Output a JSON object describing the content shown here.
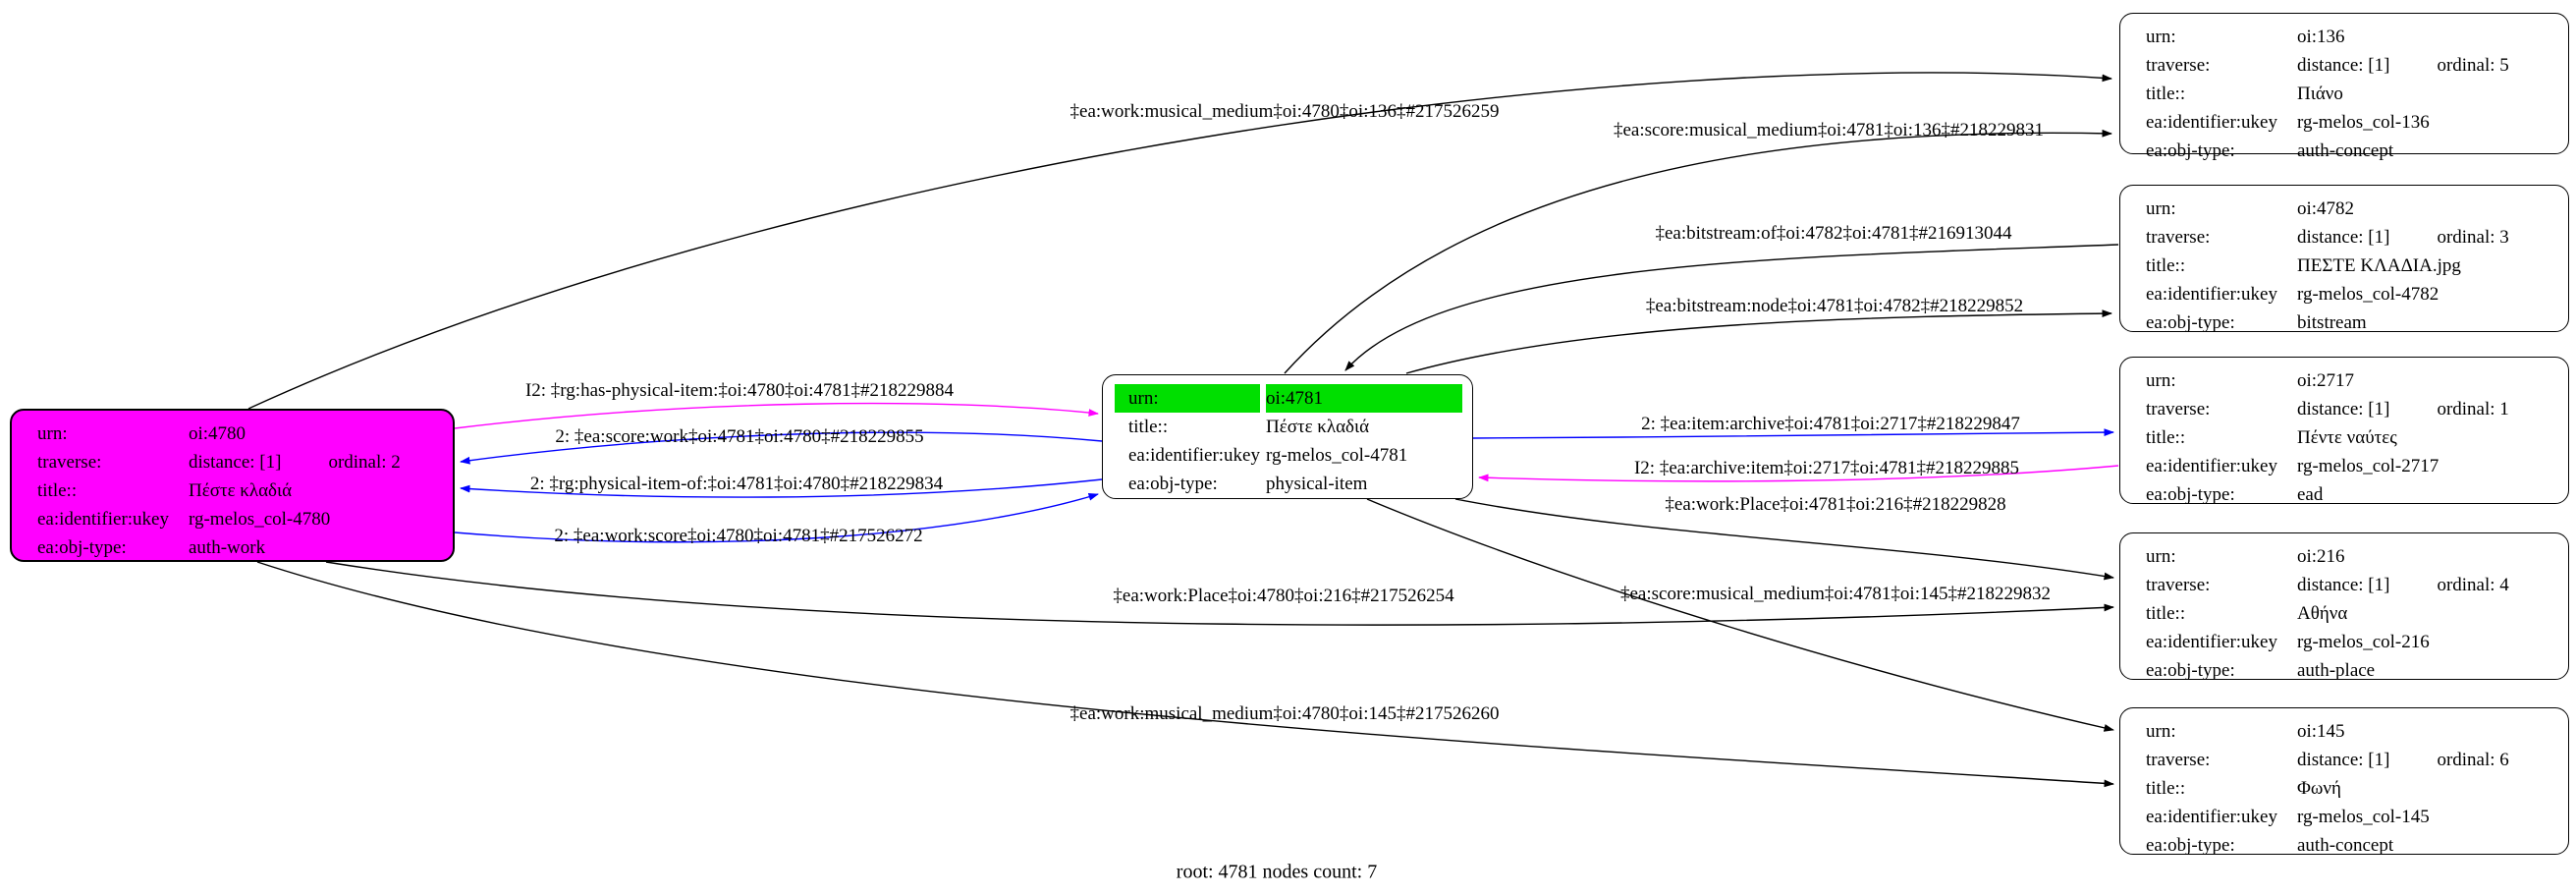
{
  "footer": "root: 4781 nodes count: 7",
  "colors": {
    "root_fill": "#ff00ff",
    "urn_highlight": "#00df00",
    "edge_black": "#000000",
    "edge_blue": "#0000ff",
    "edge_magenta": "#ff00ff"
  },
  "nodes": [
    {
      "id": "oi:4780",
      "rows": [
        {
          "k": "urn:",
          "v": "oi:4780"
        },
        {
          "k": "traverse:",
          "v": "distance: [1]",
          "v2": "ordinal: 2"
        },
        {
          "k": "title::",
          "v": "Πέστε κλαδιά"
        },
        {
          "k": "ea:identifier:ukey",
          "v": "rg-melos_col-4780"
        },
        {
          "k": "ea:obj-type:",
          "v": "auth-work"
        }
      ]
    },
    {
      "id": "oi:4781",
      "rows": [
        {
          "k": "urn:",
          "v": "oi:4781"
        },
        {
          "k": "title::",
          "v": "Πέστε κλαδιά"
        },
        {
          "k": "ea:identifier:ukey",
          "v": "rg-melos_col-4781"
        },
        {
          "k": "ea:obj-type:",
          "v": "physical-item"
        }
      ]
    },
    {
      "id": "oi:136",
      "rows": [
        {
          "k": "urn:",
          "v": "oi:136"
        },
        {
          "k": "traverse:",
          "v": "distance: [1]",
          "v2": "ordinal: 5"
        },
        {
          "k": "title::",
          "v": "Πιάνο"
        },
        {
          "k": "ea:identifier:ukey",
          "v": "rg-melos_col-136"
        },
        {
          "k": "ea:obj-type:",
          "v": "auth-concept"
        }
      ]
    },
    {
      "id": "oi:4782",
      "rows": [
        {
          "k": "urn:",
          "v": "oi:4782"
        },
        {
          "k": "traverse:",
          "v": "distance: [1]",
          "v2": "ordinal: 3"
        },
        {
          "k": "title::",
          "v": "ΠΕΣΤΕ ΚΛΑΔΙΑ.jpg"
        },
        {
          "k": "ea:identifier:ukey",
          "v": "rg-melos_col-4782"
        },
        {
          "k": "ea:obj-type:",
          "v": "bitstream"
        }
      ]
    },
    {
      "id": "oi:2717",
      "rows": [
        {
          "k": "urn:",
          "v": "oi:2717"
        },
        {
          "k": "traverse:",
          "v": "distance: [1]",
          "v2": "ordinal: 1"
        },
        {
          "k": "title::",
          "v": "Πέντε ναύτες"
        },
        {
          "k": "ea:identifier:ukey",
          "v": "rg-melos_col-2717"
        },
        {
          "k": "ea:obj-type:",
          "v": "ead"
        }
      ]
    },
    {
      "id": "oi:216",
      "rows": [
        {
          "k": "urn:",
          "v": "oi:216"
        },
        {
          "k": "traverse:",
          "v": "distance: [1]",
          "v2": "ordinal: 4"
        },
        {
          "k": "title::",
          "v": "Αθήνα"
        },
        {
          "k": "ea:identifier:ukey",
          "v": "rg-melos_col-216"
        },
        {
          "k": "ea:obj-type:",
          "v": "auth-place"
        }
      ]
    },
    {
      "id": "oi:145",
      "rows": [
        {
          "k": "urn:",
          "v": "oi:145"
        },
        {
          "k": "traverse:",
          "v": "distance: [1]",
          "v2": "ordinal: 6"
        },
        {
          "k": "title::",
          "v": "Φωνή"
        },
        {
          "k": "ea:identifier:ukey",
          "v": "rg-melos_col-145"
        },
        {
          "k": "ea:obj-type:",
          "v": "auth-concept"
        }
      ]
    }
  ],
  "edges": [
    {
      "label": "‡ea:work:musical_medium‡oi:4780‡oi:136‡#217526259",
      "color": "black"
    },
    {
      "label": "‡ea:score:musical_medium‡oi:4781‡oi:136‡#218229831",
      "color": "black"
    },
    {
      "label": "‡ea:bitstream:of‡oi:4782‡oi:4781‡#216913044",
      "color": "black"
    },
    {
      "label": "‡ea:bitstream:node‡oi:4781‡oi:4782‡#218229852",
      "color": "black"
    },
    {
      "label": "I2: ‡rg:has-physical-item:‡oi:4780‡oi:4781‡#218229884",
      "color": "magenta"
    },
    {
      "label": "2: ‡ea:score:work‡oi:4781‡oi:4780‡#218229855",
      "color": "blue"
    },
    {
      "label": "2: ‡rg:physical-item-of:‡oi:4781‡oi:4780‡#218229834",
      "color": "blue"
    },
    {
      "label": "2: ‡ea:work:score‡oi:4780‡oi:4781‡#217526272",
      "color": "blue"
    },
    {
      "label": "2: ‡ea:item:archive‡oi:4781‡oi:2717‡#218229847",
      "color": "blue"
    },
    {
      "label": "I2: ‡ea:archive:item‡oi:2717‡oi:4781‡#218229885",
      "color": "magenta"
    },
    {
      "label": "‡ea:work:Place‡oi:4781‡oi:216‡#218229828",
      "color": "black"
    },
    {
      "label": "‡ea:work:Place‡oi:4780‡oi:216‡#217526254",
      "color": "black"
    },
    {
      "label": "‡ea:score:musical_medium‡oi:4781‡oi:145‡#218229832",
      "color": "black"
    },
    {
      "label": "‡ea:work:musical_medium‡oi:4780‡oi:145‡#217526260",
      "color": "black"
    }
  ]
}
